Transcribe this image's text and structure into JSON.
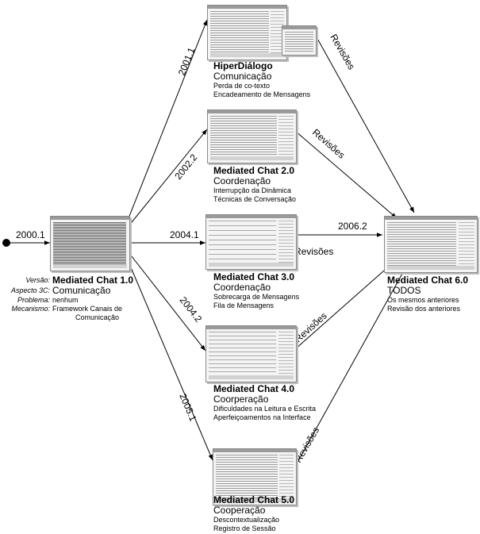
{
  "start_version": "2000.1",
  "legend": {
    "version_label": "Versão:",
    "aspect_label": "Aspecto 3C:",
    "problem_label": "Problema:",
    "mechanism_label": "Mecanismo:"
  },
  "nodes": {
    "mc1": {
      "name": "Mediated Chat 1.0",
      "aspect": "Comunicação",
      "problem": "nenhum",
      "mechanism_1": "Framework Canais de",
      "mechanism_2": "Comunicação"
    },
    "hiper": {
      "name": "HiperDiálogo",
      "aspect": "Comunicação",
      "line_1": "Perda de co-texto",
      "line_2": "Encadeamento de Mensagens"
    },
    "mc2": {
      "name": "Mediated Chat 2.0",
      "aspect": "Coordenação",
      "line_1": "Interrupção da Dinâmica",
      "line_2": "Técnicas de Conversação"
    },
    "mc3": {
      "name": "Mediated Chat 3.0",
      "aspect": "Coordenação",
      "line_1": "Sobrecarga de Mensagens",
      "line_2": "Fila de Mensagens"
    },
    "mc4": {
      "name": "Mediated Chat 4.0",
      "aspect": "Coorperação",
      "line_1": "Dificuldades na Leitura e Escrita",
      "line_2": "Aperfeiçoamentos na Interface"
    },
    "mc5": {
      "name": "Mediated Chat 5.0",
      "aspect": "Cooperação",
      "line_1": "Descontextualização",
      "line_2": "Registro de Sessão"
    },
    "mc6": {
      "name": "Mediated Chat 6.0",
      "aspect": "TODOS",
      "line_1": "Os mesmos anteriores",
      "line_2": "Revisão dos anteriores"
    }
  },
  "edges": {
    "to_hiper": "2001.1",
    "to_mc2": "2002.2",
    "to_mc3": "2004.1",
    "to_mc4": "2004.2",
    "to_mc5": "2005.1",
    "to_mc6": "2006.2",
    "revisions": "Revisões"
  }
}
